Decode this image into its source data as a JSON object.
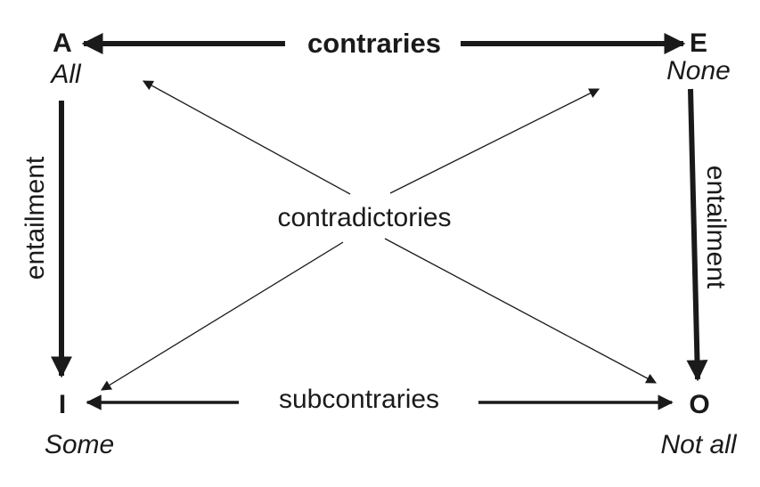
{
  "corners": {
    "a": {
      "letter": "A",
      "quantifier": "All"
    },
    "e": {
      "letter": "E",
      "quantifier": "None"
    },
    "i": {
      "letter": "I",
      "quantifier": "Some"
    },
    "o": {
      "letter": "O",
      "quantifier": "Not all"
    }
  },
  "relations": {
    "contraries": "contraries",
    "subcontraries": "subcontraries",
    "contradictories": "contradictories",
    "entailment_left": "entailment",
    "entailment_right": "entailment"
  },
  "colors": {
    "ink": "#1a1a1a",
    "background": "#ffffff"
  }
}
